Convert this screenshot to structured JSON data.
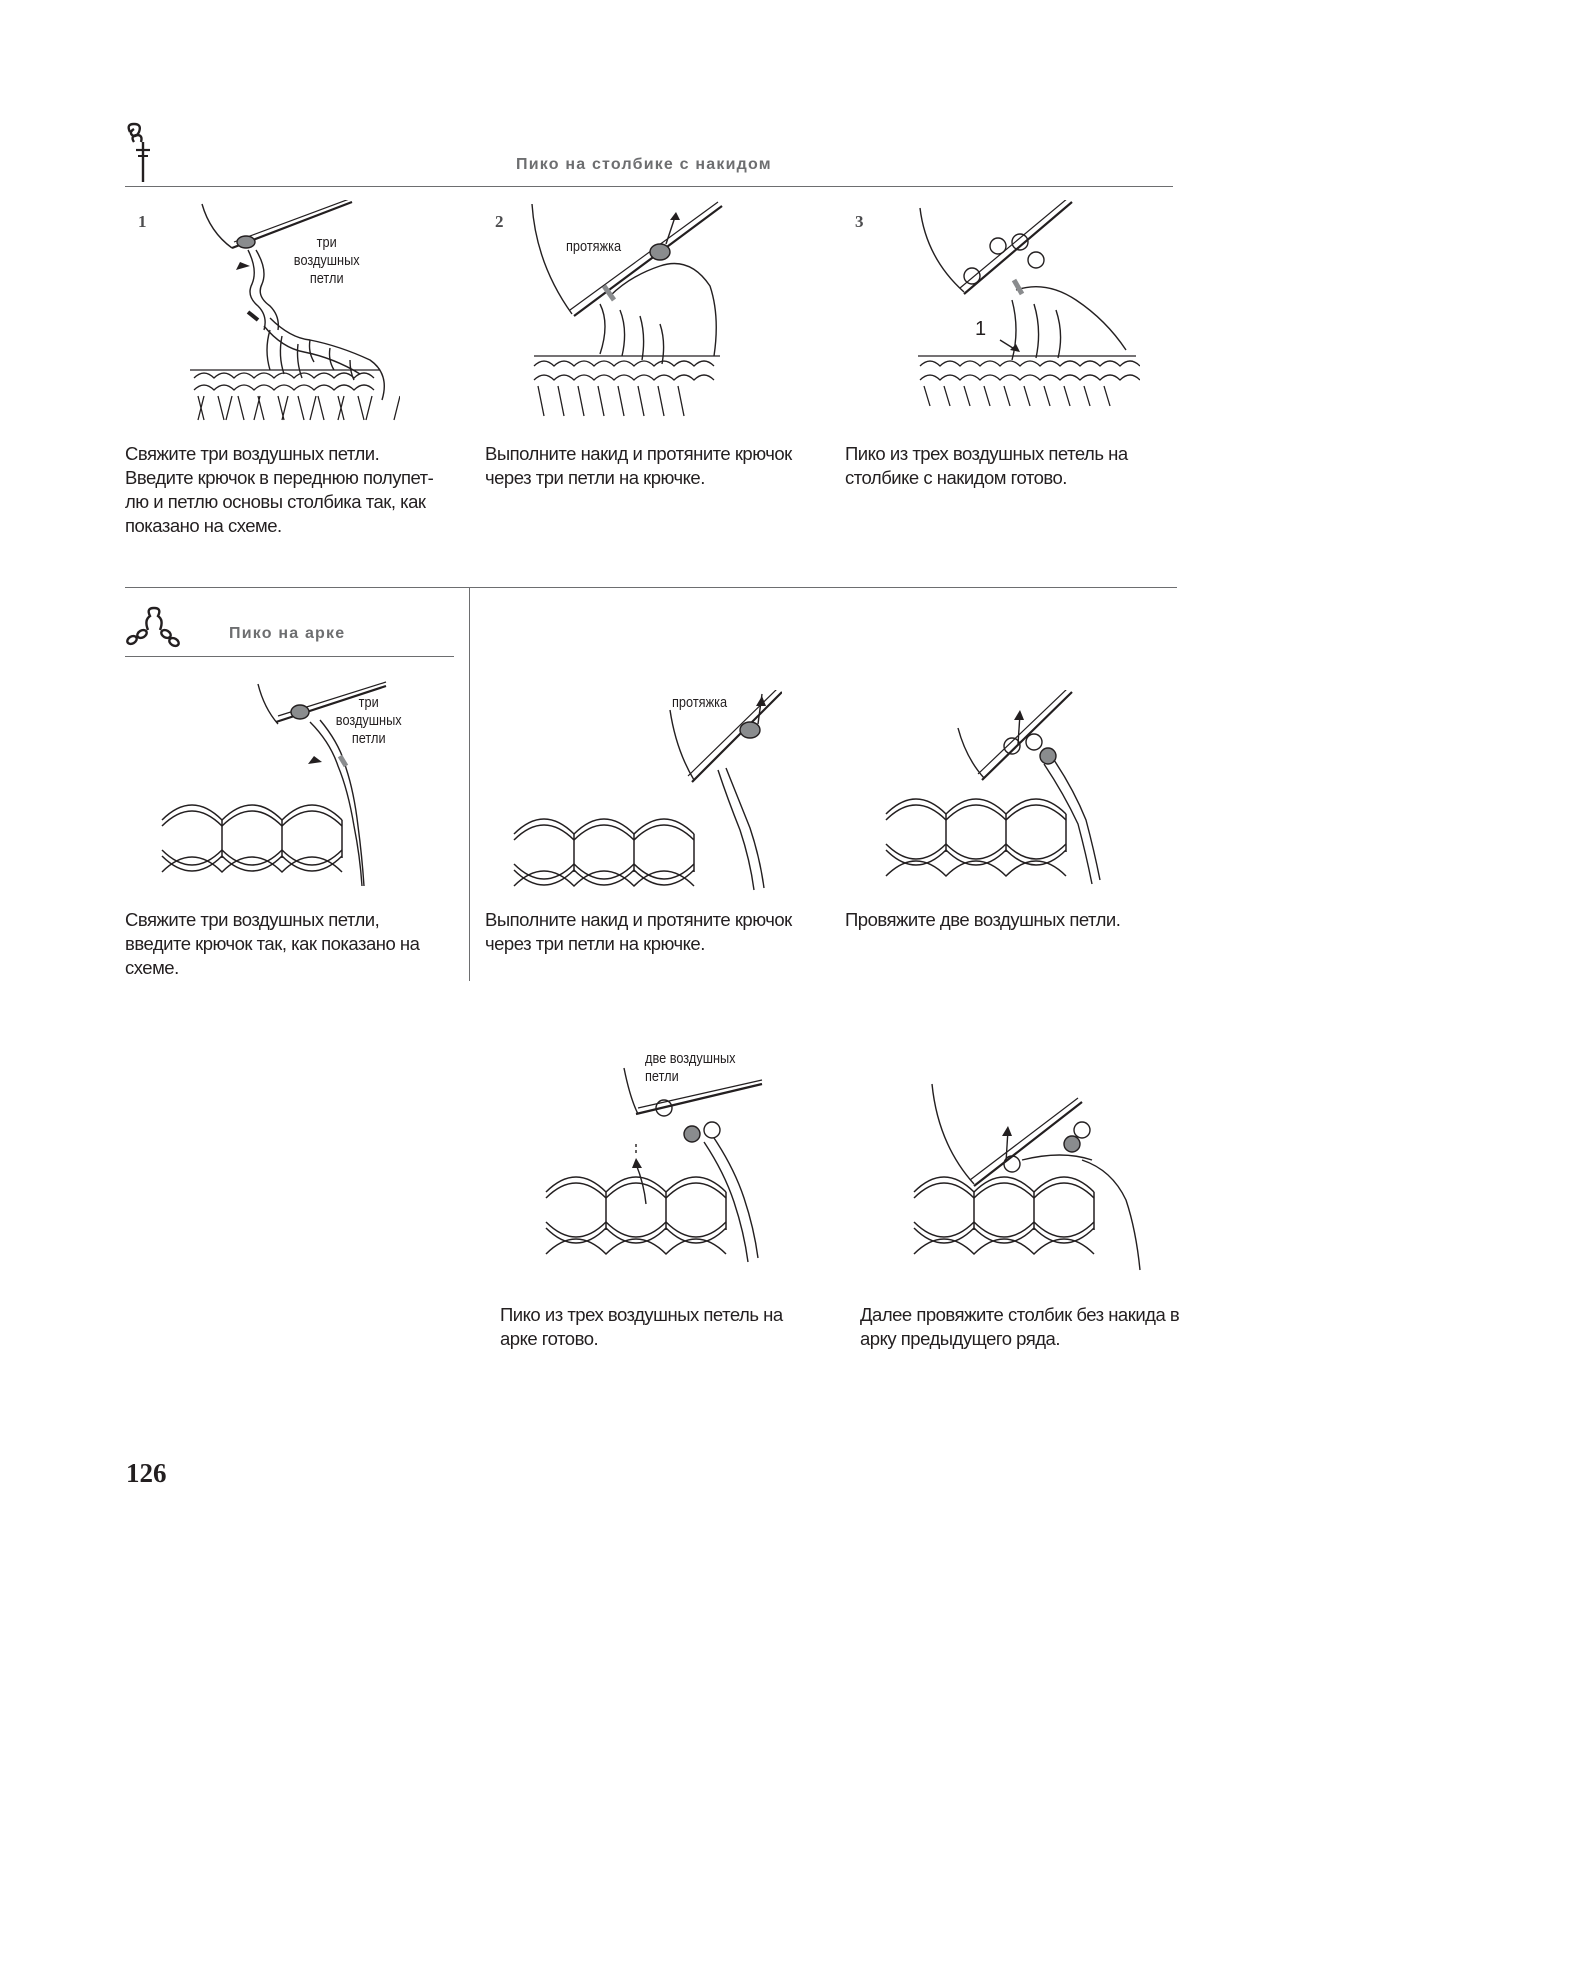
{
  "section1": {
    "title": "Пико на столбике с накидом",
    "steps": [
      {
        "num": "1",
        "label": "три воздушных петли",
        "caption": "Свяжите три воздушных петли. Введите крючок в переднюю полупет-лю и петлю основы столбика так, как показано на схеме."
      },
      {
        "num": "2",
        "label": "протяжка",
        "caption": "Выполните накид и протяните крючок через три петли на крючке."
      },
      {
        "num": "3",
        "label": "1",
        "caption": "Пико из трех воздушных петель на столбике с накидом готово."
      }
    ]
  },
  "section2": {
    "title": "Пико на арке",
    "steps": [
      {
        "label": "три воздушных петли",
        "caption": "Свяжите три воздушных петли, введите крючок так, как показано на схеме."
      },
      {
        "label": "протяжка",
        "caption": "Выполните накид и протяните крючок через три петли на крючке."
      },
      {
        "label": "",
        "caption": "Провяжите две воздушных петли."
      },
      {
        "label": "две воздушных петли",
        "caption": "Пико из трех воздушных петель на арке готово."
      },
      {
        "label": "",
        "caption": "Далее провяжите столбик без накида в арку предыдущего ряда."
      }
    ]
  },
  "page_number": "126",
  "colors": {
    "ink": "#231f20",
    "gray": "#6d6e70",
    "yarn_mid": "#8a8c8e"
  }
}
